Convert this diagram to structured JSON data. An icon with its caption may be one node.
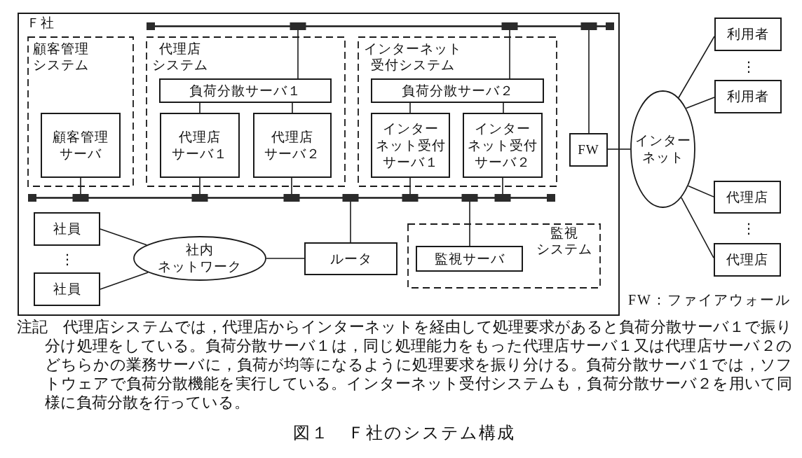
{
  "diagram": {
    "caption": "図１　Ｆ社のシステム構成",
    "nodes": [
      {
        "text": [
          "Ｆ社"
        ]
      },
      {
        "text": [],
        "shape": "bar",
        "in": 0
      },
      {
        "text": [
          "顧客管理システム"
        ],
        "in": 0
      },
      {
        "text": [
          "顧客管理サーバ"
        ],
        "in": 2
      },
      {
        "text": [
          "代理店システム"
        ],
        "in": 0
      },
      {
        "text": [
          "負荷分散サーバ１"
        ],
        "in": 4
      },
      {
        "text": [
          "代理店サーバ１"
        ],
        "in": 4
      },
      {
        "text": [
          "代理店サーバ２"
        ],
        "in": 4
      },
      {
        "text": [
          "インターネット受付システム"
        ],
        "in": 0
      },
      {
        "text": [
          "負荷分散サーバ２"
        ],
        "in": 8
      },
      {
        "text": [
          "インターネット受付サーバ１"
        ],
        "in": 8
      },
      {
        "text": [
          "インターネット受付サーバ２"
        ],
        "in": 8
      },
      {
        "text": [
          "FW"
        ],
        "in": 0
      },
      {
        "text": [],
        "shape": "bar",
        "in": 0
      },
      {
        "text": [
          "社員"
        ],
        "in": 0
      },
      {
        "text": [
          "社員"
        ],
        "in": 0
      },
      {
        "text": [
          "社内ネットワーク"
        ],
        "in": 0
      },
      {
        "text": [
          "ルータ"
        ],
        "in": 0
      },
      {
        "text": [
          "監視システム"
        ],
        "in": 0
      },
      {
        "text": [
          "監視サーバ"
        ],
        "in": 18
      },
      {
        "text": [
          "インターネット"
        ]
      },
      {
        "text": [
          "利用者"
        ]
      },
      {
        "text": [
          "利用者"
        ]
      },
      {
        "text": [
          "代理店"
        ]
      },
      {
        "text": [
          "代理店"
        ]
      }
    ],
    "edges": [
      {
        "from": 1,
        "to": 5,
        "arrow": "none"
      },
      {
        "from": 5,
        "to": 6,
        "arrow": "none"
      },
      {
        "from": 5,
        "to": 7,
        "arrow": "none"
      },
      {
        "from": 1,
        "to": 9,
        "arrow": "none"
      },
      {
        "from": 9,
        "to": 10,
        "arrow": "none"
      },
      {
        "from": 9,
        "to": 11,
        "arrow": "none"
      },
      {
        "from": 1,
        "to": 12,
        "arrow": "none"
      },
      {
        "from": 3,
        "to": 13,
        "arrow": "none"
      },
      {
        "from": 6,
        "to": 13,
        "arrow": "none"
      },
      {
        "from": 7,
        "to": 13,
        "arrow": "none"
      },
      {
        "from": 13,
        "to": 17,
        "arrow": "none"
      },
      {
        "from": 10,
        "to": 13,
        "arrow": "none"
      },
      {
        "from": 13,
        "to": 19,
        "arrow": "none"
      },
      {
        "from": 11,
        "to": 13,
        "arrow": "none"
      },
      {
        "from": 14,
        "to": 16,
        "arrow": "none"
      },
      {
        "from": 15,
        "to": 16,
        "arrow": "none"
      },
      {
        "from": 16,
        "to": 17,
        "arrow": "none"
      },
      {
        "from": 12,
        "to": 20,
        "arrow": "none"
      },
      {
        "from": 20,
        "to": 21,
        "arrow": "none"
      },
      {
        "from": 20,
        "to": 22,
        "arrow": "none"
      },
      {
        "from": 20,
        "to": 23,
        "arrow": "none"
      },
      {
        "from": 20,
        "to": 24,
        "arrow": "none"
      }
    ],
    "labels": [
      "⋮",
      "⋮",
      "⋮",
      "FW：ファイアウォール",
      "注記　代理店システムでは，代理店からインターネットを経由して処理要求があると負荷分散サーバ１で振り分け処理をしている。負荷分散サーバ１は，同じ処理能力をもった代理店サーバ１又は代理店サーバ２のどちらかの業務サーバに，負荷が均等になるように処理要求を振り分ける。負荷分散サーバ１では，ソフトウェアで負荷分散機能を実行している。インターネット受付システムも，負荷分散サーバ２を用いて同様に負荷分散を行っている。"
    ]
  }
}
